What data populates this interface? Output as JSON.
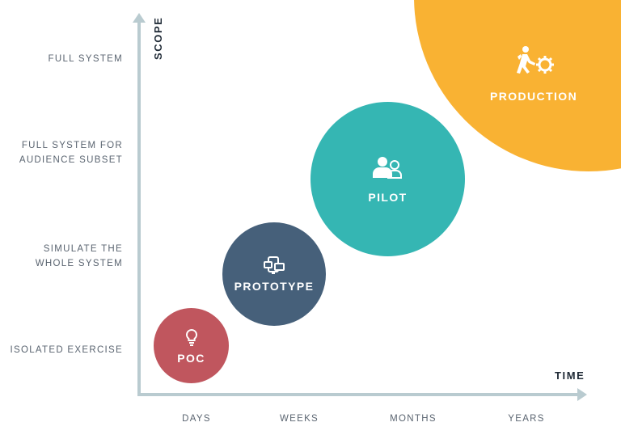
{
  "axes": {
    "y_title": "SCOPE",
    "x_title": "TIME",
    "y_levels": [
      {
        "label": "FULL SYSTEM"
      },
      {
        "label": "FULL SYSTEM FOR AUDIENCE SUBSET"
      },
      {
        "label": "SIMULATE THE WHOLE SYSTEM"
      },
      {
        "label": "ISOLATED EXERCISE"
      }
    ],
    "x_levels": [
      "DAYS",
      "WEEKS",
      "MONTHS",
      "YEARS"
    ]
  },
  "stages": [
    {
      "label": "POC",
      "icon": "lightbulb-icon",
      "time": "DAYS",
      "scope": "ISOLATED EXERCISE",
      "color": "#c0565e"
    },
    {
      "label": "PROTOTYPE",
      "icon": "devices-icon",
      "time": "WEEKS",
      "scope": "SIMULATE THE WHOLE SYSTEM",
      "color": "#46607a"
    },
    {
      "label": "PILOT",
      "icon": "users-icon",
      "time": "MONTHS",
      "scope": "FULL SYSTEM FOR AUDIENCE SUBSET",
      "color": "#35b6b3"
    },
    {
      "label": "PRODUCTION",
      "icon": "worker-gear-icon",
      "time": "YEARS",
      "scope": "FULL SYSTEM",
      "color": "#f9b233"
    }
  ],
  "colors": {
    "axis": "#b9cbd0"
  }
}
